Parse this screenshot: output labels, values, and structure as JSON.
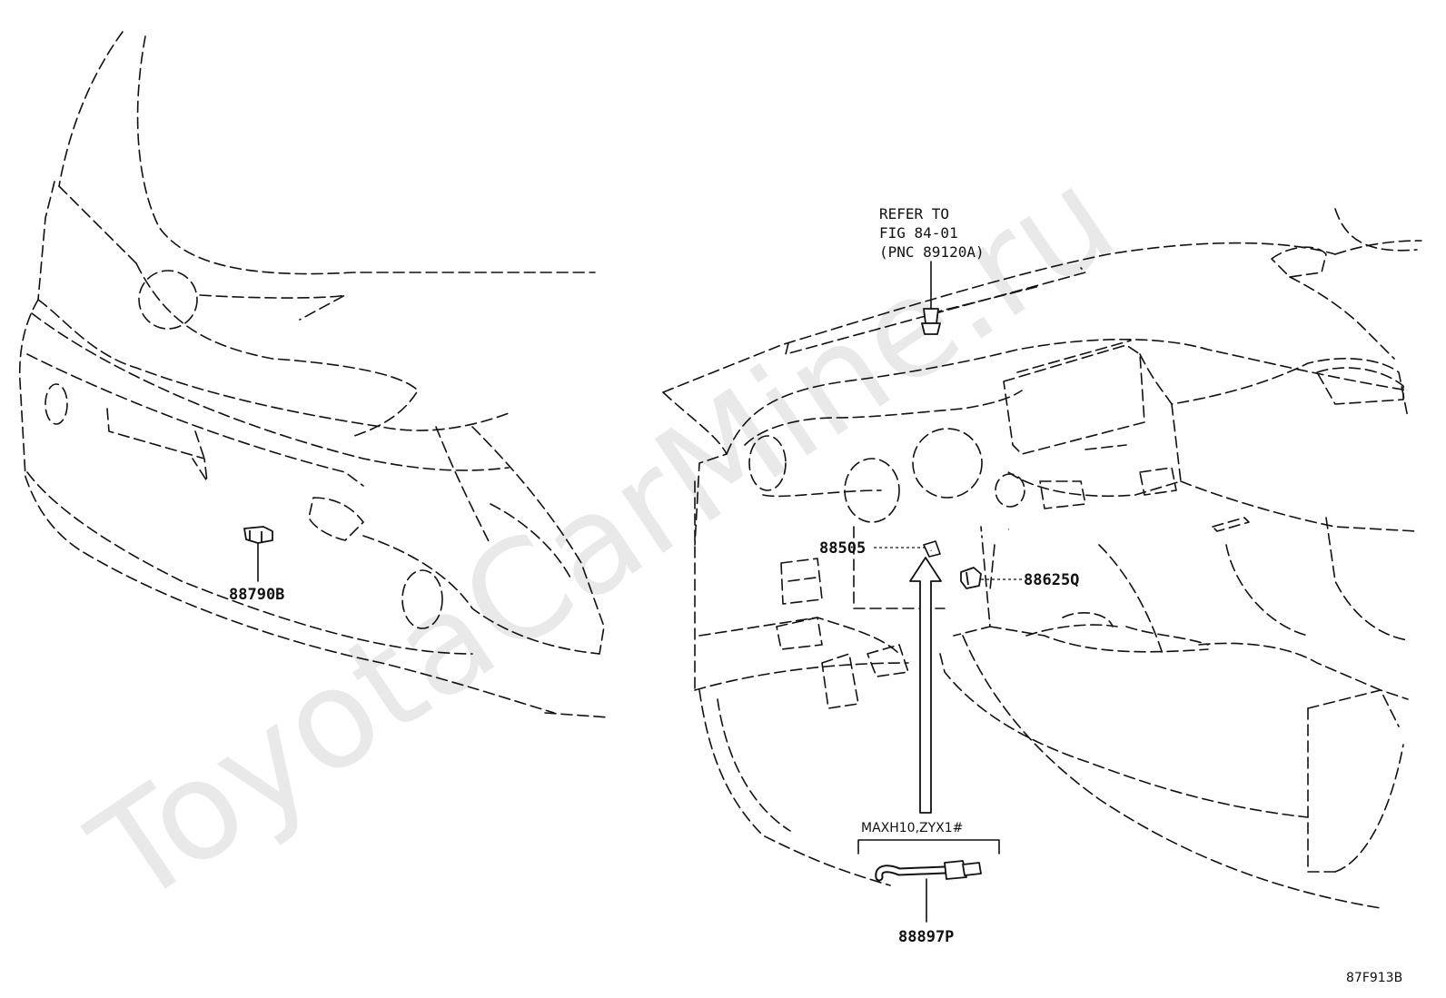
{
  "watermark": "ToyotaCarMine.ru",
  "diagram_id": "87F913B",
  "callouts": {
    "front_sensor": "88790B",
    "cable_assy": "88505",
    "sensor_clip": "88625Q",
    "hose_assy": "88897P"
  },
  "refer_note": {
    "line1": "REFER TO",
    "line2": "FIG 84-01",
    "line3": "(PNC 89120A)"
  },
  "model_note": "MAXH10,ZYX1#"
}
